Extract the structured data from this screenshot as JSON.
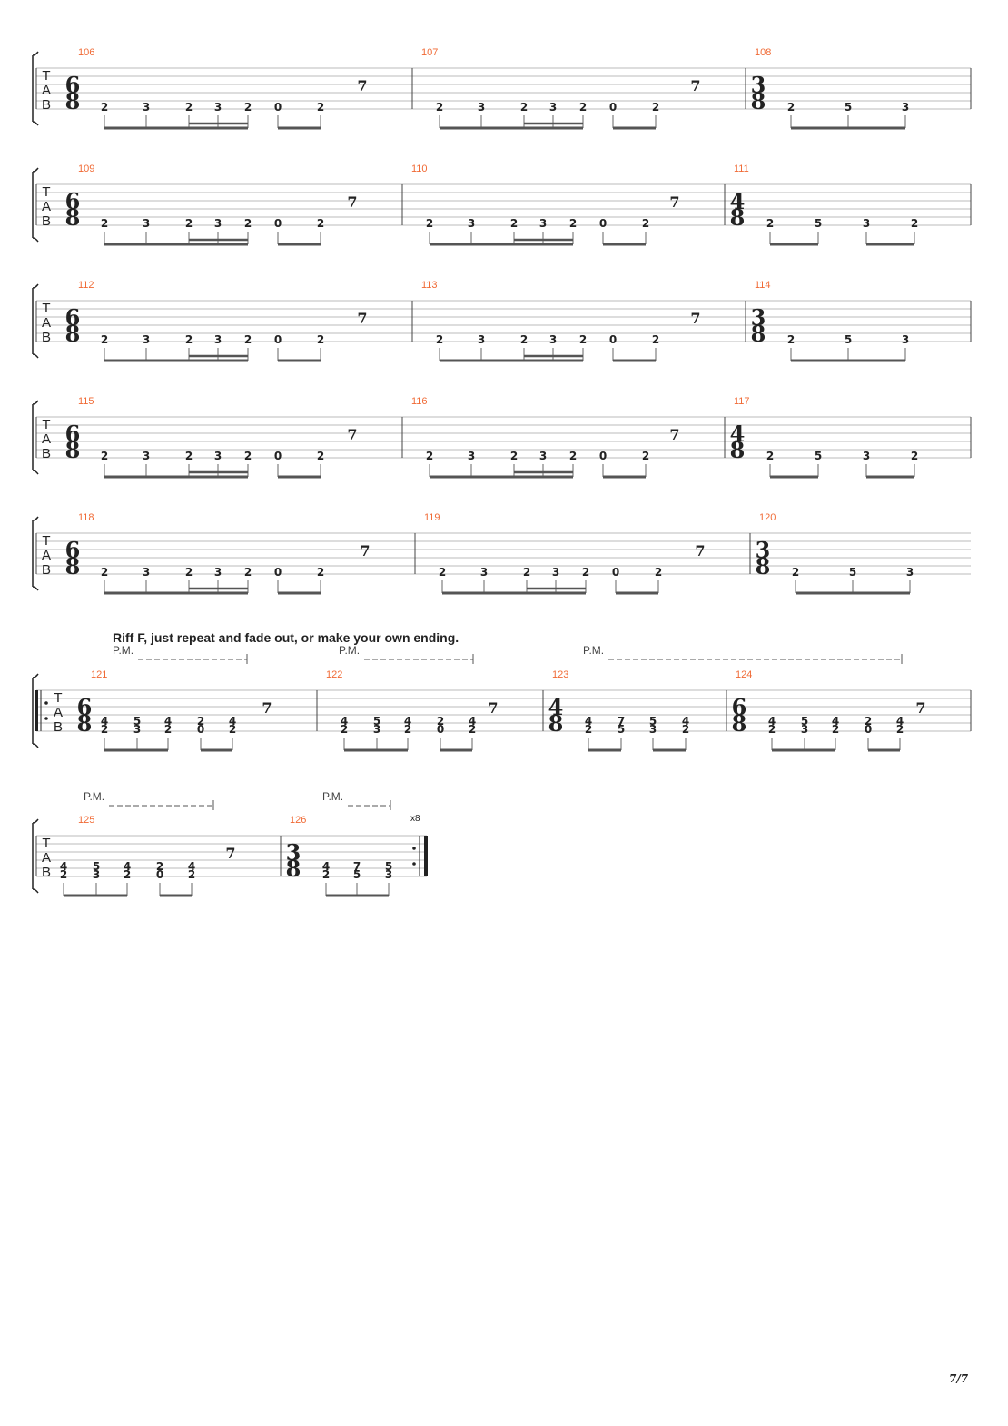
{
  "tab_clef": [
    "T",
    "A",
    "B"
  ],
  "annotation": "Riff F, just repeat and fade out, or make your own ending.",
  "palm_mute_label": "P.M.",
  "repeat_count": "x8",
  "page_number": "7/7",
  "measures": [
    {
      "number": "106",
      "time_signature": [
        "6",
        "8"
      ],
      "rest": true,
      "frets": [
        [
          "2"
        ],
        [
          "3"
        ],
        [
          "2"
        ],
        [
          "3"
        ],
        [
          "2"
        ],
        [
          "0"
        ],
        [
          "2"
        ]
      ]
    },
    {
      "number": "107",
      "rest": true,
      "frets": [
        [
          "2"
        ],
        [
          "3"
        ],
        [
          "2"
        ],
        [
          "3"
        ],
        [
          "2"
        ],
        [
          "0"
        ],
        [
          "2"
        ]
      ]
    },
    {
      "number": "108",
      "time_signature": [
        "3",
        "8"
      ],
      "frets": [
        [
          "2"
        ],
        [
          "5"
        ],
        [
          "3"
        ]
      ]
    },
    {
      "number": "109",
      "time_signature": [
        "6",
        "8"
      ],
      "rest": true,
      "frets": [
        [
          "2"
        ],
        [
          "3"
        ],
        [
          "2"
        ],
        [
          "3"
        ],
        [
          "2"
        ],
        [
          "0"
        ],
        [
          "2"
        ]
      ]
    },
    {
      "number": "110",
      "rest": true,
      "frets": [
        [
          "2"
        ],
        [
          "3"
        ],
        [
          "2"
        ],
        [
          "3"
        ],
        [
          "2"
        ],
        [
          "0"
        ],
        [
          "2"
        ]
      ]
    },
    {
      "number": "111",
      "time_signature": [
        "4",
        "8"
      ],
      "frets": [
        [
          "2"
        ],
        [
          "5"
        ],
        [
          "3"
        ],
        [
          "2"
        ]
      ]
    },
    {
      "number": "112",
      "time_signature": [
        "6",
        "8"
      ],
      "rest": true,
      "frets": [
        [
          "2"
        ],
        [
          "3"
        ],
        [
          "2"
        ],
        [
          "3"
        ],
        [
          "2"
        ],
        [
          "0"
        ],
        [
          "2"
        ]
      ]
    },
    {
      "number": "113",
      "rest": true,
      "frets": [
        [
          "2"
        ],
        [
          "3"
        ],
        [
          "2"
        ],
        [
          "3"
        ],
        [
          "2"
        ],
        [
          "0"
        ],
        [
          "2"
        ]
      ]
    },
    {
      "number": "114",
      "time_signature": [
        "3",
        "8"
      ],
      "frets": [
        [
          "2"
        ],
        [
          "5"
        ],
        [
          "3"
        ]
      ]
    },
    {
      "number": "115",
      "time_signature": [
        "6",
        "8"
      ],
      "rest": true,
      "frets": [
        [
          "2"
        ],
        [
          "3"
        ],
        [
          "2"
        ],
        [
          "3"
        ],
        [
          "2"
        ],
        [
          "0"
        ],
        [
          "2"
        ]
      ]
    },
    {
      "number": "116",
      "rest": true,
      "frets": [
        [
          "2"
        ],
        [
          "3"
        ],
        [
          "2"
        ],
        [
          "3"
        ],
        [
          "2"
        ],
        [
          "0"
        ],
        [
          "2"
        ]
      ]
    },
    {
      "number": "117",
      "time_signature": [
        "4",
        "8"
      ],
      "frets": [
        [
          "2"
        ],
        [
          "5"
        ],
        [
          "3"
        ],
        [
          "2"
        ]
      ]
    },
    {
      "number": "118",
      "time_signature": [
        "6",
        "8"
      ],
      "rest": true,
      "frets": [
        [
          "2"
        ],
        [
          "3"
        ],
        [
          "2"
        ],
        [
          "3"
        ],
        [
          "2"
        ],
        [
          "0"
        ],
        [
          "2"
        ]
      ]
    },
    {
      "number": "119",
      "rest": true,
      "frets": [
        [
          "2"
        ],
        [
          "3"
        ],
        [
          "2"
        ],
        [
          "3"
        ],
        [
          "2"
        ],
        [
          "0"
        ],
        [
          "2"
        ]
      ]
    },
    {
      "number": "120",
      "time_signature": [
        "3",
        "8"
      ],
      "frets": [
        [
          "2"
        ],
        [
          "5"
        ],
        [
          "3"
        ]
      ]
    },
    {
      "number": "121",
      "time_signature": [
        "6",
        "8"
      ],
      "rest": true,
      "repeat_start": true,
      "frets": [
        [
          "4",
          "2"
        ],
        [
          "5",
          "3"
        ],
        [
          "4",
          "2"
        ],
        [
          "2",
          "0"
        ],
        [
          "4",
          "2"
        ]
      ]
    },
    {
      "number": "122",
      "rest": true,
      "frets": [
        [
          "4",
          "2"
        ],
        [
          "5",
          "3"
        ],
        [
          "4",
          "2"
        ],
        [
          "2",
          "0"
        ],
        [
          "4",
          "2"
        ]
      ]
    },
    {
      "number": "123",
      "time_signature": [
        "4",
        "8"
      ],
      "frets": [
        [
          "4",
          "2"
        ],
        [
          "7",
          "5"
        ],
        [
          "5",
          "3"
        ],
        [
          "4",
          "2"
        ]
      ]
    },
    {
      "number": "124",
      "time_signature": [
        "6",
        "8"
      ],
      "rest": true,
      "frets": [
        [
          "4",
          "2"
        ],
        [
          "5",
          "3"
        ],
        [
          "4",
          "2"
        ],
        [
          "2",
          "0"
        ],
        [
          "4",
          "2"
        ]
      ]
    },
    {
      "number": "125",
      "rest": true,
      "frets": [
        [
          "4",
          "2"
        ],
        [
          "5",
          "3"
        ],
        [
          "4",
          "2"
        ],
        [
          "2",
          "0"
        ],
        [
          "4",
          "2"
        ]
      ]
    },
    {
      "number": "126",
      "time_signature": [
        "3",
        "8"
      ],
      "repeat_end": true,
      "frets": [
        [
          "4",
          "2"
        ],
        [
          "7",
          "5"
        ],
        [
          "5",
          "3"
        ]
      ]
    }
  ]
}
